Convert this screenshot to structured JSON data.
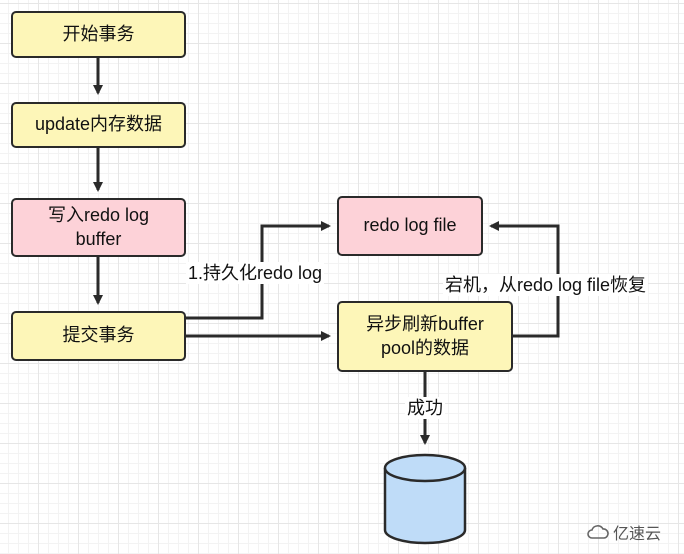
{
  "nodes": {
    "start": "开始事务",
    "update_mem": "update内存数据",
    "write_buffer": "写入redo log buffer",
    "commit": "提交事务",
    "redo_log_file": "redo log file",
    "async_flush": "异步刷新buffer pool的数据"
  },
  "edge_labels": {
    "persist": "1.持久化redo log",
    "crash_recover": "宕机，从redo log file恢复",
    "success": "成功"
  },
  "watermark": "亿速云",
  "colors": {
    "process_fill": "#fdf6b8",
    "log_fill": "#fdd2d8",
    "database_fill": "#bfdcf8",
    "stroke": "#2a2a2a"
  },
  "icons": [
    "database-cylinder-icon",
    "cloud-logo-icon"
  ]
}
